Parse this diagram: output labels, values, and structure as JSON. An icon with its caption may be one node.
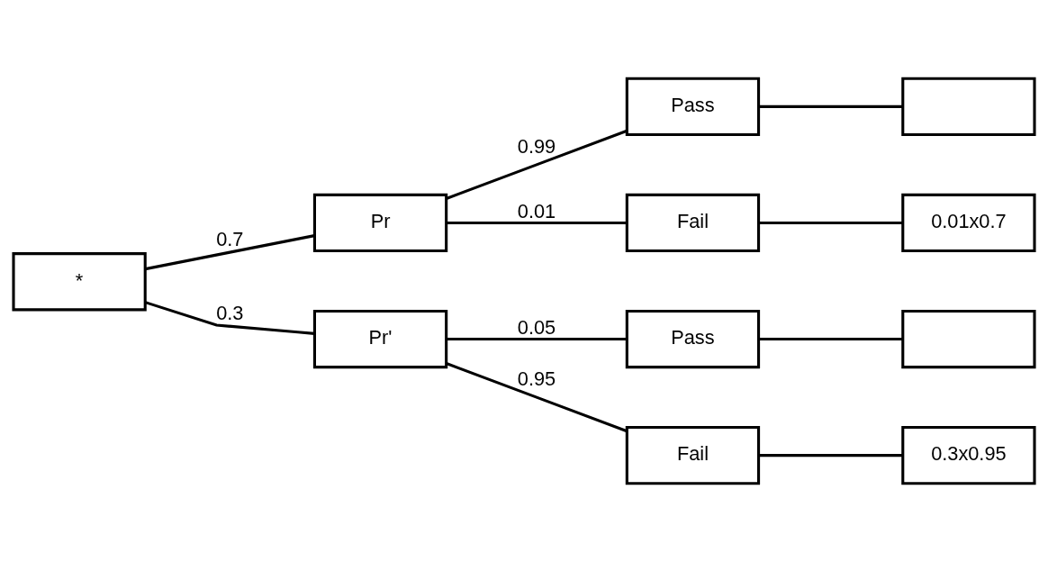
{
  "diagram": {
    "nodes": [
      {
        "text": [
          "*"
        ]
      },
      {
        "text": [
          "Pr"
        ]
      },
      {
        "text": [
          "Pr'"
        ]
      },
      {
        "text": [
          "Pass"
        ]
      },
      {
        "text": [
          "Fail"
        ]
      },
      {
        "text": [
          "Pass"
        ]
      },
      {
        "text": [
          "Fail"
        ]
      },
      {
        "text": [],
        "shape": "box"
      },
      {
        "text": [
          "0.01x0.7"
        ]
      },
      {
        "text": [],
        "shape": "box"
      },
      {
        "text": [
          "0.3x0.95"
        ]
      }
    ],
    "edges": [
      {
        "from": 0,
        "to": 1,
        "arrow": "none",
        "label": "0.7"
      },
      {
        "from": 0,
        "to": 2,
        "arrow": "none",
        "label": "0.3"
      },
      {
        "from": 1,
        "to": 3,
        "arrow": "none",
        "label": "0.99"
      },
      {
        "from": 1,
        "to": 4,
        "arrow": "none",
        "label": "0.01"
      },
      {
        "from": 2,
        "to": 5,
        "arrow": "none",
        "label": "0.05"
      },
      {
        "from": 2,
        "to": 6,
        "arrow": "none",
        "label": "0.95"
      },
      {
        "from": 3,
        "to": 7,
        "arrow": "none"
      },
      {
        "from": 4,
        "to": 8,
        "arrow": "none"
      },
      {
        "from": 5,
        "to": 9,
        "arrow": "none"
      },
      {
        "from": 6,
        "to": 10,
        "arrow": "none"
      }
    ]
  }
}
